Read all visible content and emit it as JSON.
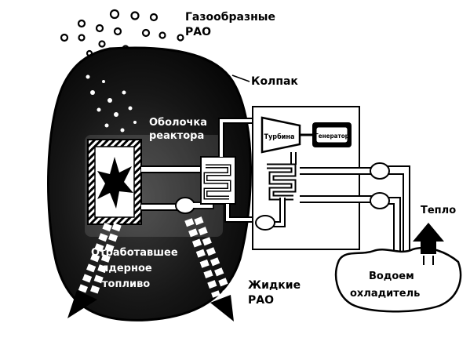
{
  "labels": {
    "gas_waste_1": "Газообразные",
    "gas_waste_2": "РАО",
    "dome": "Колпак",
    "reactor_shell_1": "Оболочка",
    "reactor_shell_2": "реактора",
    "turbine": "Турбина",
    "generator": "Генератор",
    "spent_fuel_1": "Отработавшее",
    "spent_fuel_2": "ядерное",
    "spent_fuel_3": "топливо",
    "liquid_waste_1": "Жидкие",
    "liquid_waste_2": "РАО",
    "heat": "Тепло",
    "cooling_pond_1": "Водоем",
    "cooling_pond_2": "охладитель"
  },
  "colors": {
    "ink": "#000000",
    "paper": "#ffffff",
    "dome_fill": "#111111",
    "dome_inner": "#2a2a2a"
  }
}
